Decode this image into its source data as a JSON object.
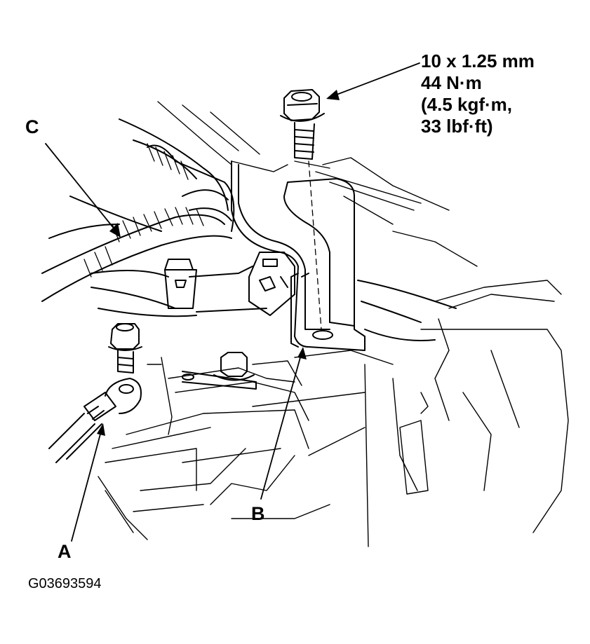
{
  "labels": {
    "a": "A",
    "b": "B",
    "c": "C"
  },
  "bolt_spec": {
    "size": "10 x 1.25 mm",
    "torque_nm": "44 N·m",
    "torque_kgfm": "(4.5 kgf·m,",
    "torque_lbfft": "33 lbf·ft)"
  },
  "figure_id": "G03693594"
}
